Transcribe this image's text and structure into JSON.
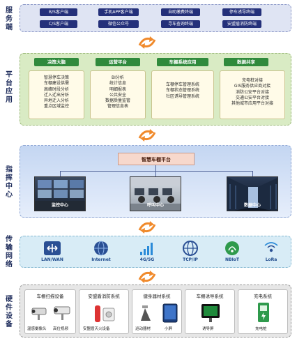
{
  "layers": {
    "service": {
      "label": "服务端",
      "items": [
        "B/S客户端",
        "手机APP客户端",
        "自助缴费终端",
        "停车诱导终端",
        "C/S客户端",
        "微信公众号",
        "寻车查询终端",
        "安盟盾消防终端"
      ]
    },
    "platform": {
      "label": "平台应用",
      "groups": [
        {
          "title": "决策大脑",
          "lines": [
            "智慧停车决策",
            "车棚建设供需",
            "高峰时段分析",
            "迁入迁出分析",
            "异地迁入分析",
            "重点区域监控"
          ]
        },
        {
          "title": "运营平台",
          "lines": [
            "BI分析",
            "统计信息",
            "明细报表",
            "公共安全",
            "数据质量监管",
            "管理信息表"
          ]
        },
        {
          "title": "车棚系统应用",
          "lines": [
            "车棚停车管理系统",
            "车棚状态管理系统",
            "社区诱导管理系统"
          ]
        },
        {
          "title": "数据共享",
          "lines": [
            "充电桩对接",
            "GIS服务供应商对接",
            "消防公安平台对接",
            "交通公安平台对接",
            "其他城市应用平台对接"
          ]
        }
      ]
    },
    "command": {
      "label": "指挥中心",
      "title": "智慧车棚平台",
      "photos": [
        "监控中心",
        "呼叫中心",
        "数据中心"
      ]
    },
    "transport": {
      "label": "传输网络",
      "items": [
        "LAN/WAN",
        "Internet",
        "4G/5G",
        "TCP/IP",
        "NBIoT",
        "LoRa"
      ]
    },
    "hardware": {
      "label": "硬件设备",
      "groups": [
        {
          "title": "车棚扫描设备",
          "captions": [
            "温感摄像头",
            "高位视频"
          ]
        },
        {
          "title": "安盟盾消防系统",
          "captions": [
            "安盟盾灭火设备"
          ]
        },
        {
          "title": "健身器材系统",
          "captions": [
            "运动器材",
            "小屏"
          ]
        },
        {
          "title": "车棚诱导系统",
          "captions": [
            "诱导屏"
          ]
        },
        {
          "title": "充电系统",
          "captions": [
            "充电桩"
          ]
        }
      ]
    }
  },
  "colors": {
    "service_bg": "#dfe4f3",
    "platform_bg": "#d9ebc4",
    "command_bg": "#c4d6f2",
    "transport_bg": "#d8ecf6",
    "hardware_bg": "#e6e6e6",
    "arrow": "#f08a2c"
  }
}
